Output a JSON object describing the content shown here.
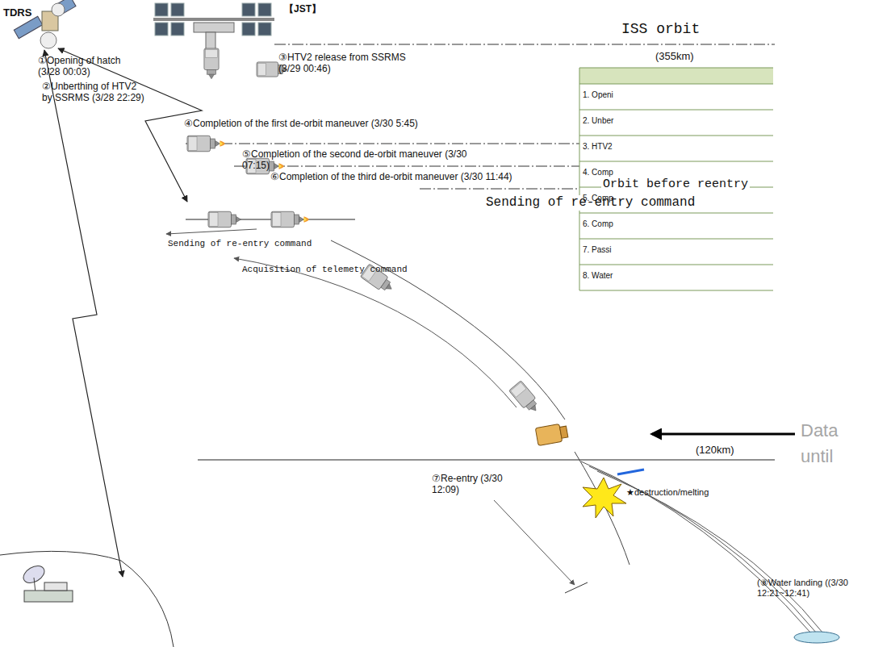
{
  "diagram": {
    "labels": [
      "TDRS",
      "【JST】",
      "ISS orbit",
      "(355km)",
      "①Opening of hatch (3/28 00:03)",
      "②Unberthing of HTV2 by SSRMS (3/28 22:29)",
      "③HTV2 release from SSRMS (3/29 00:46)",
      "④Completion of the first de-orbit maneuver (3/30 5:45)",
      "⑤Completion of the second de-orbit maneuver (3/30 07:15)",
      "⑥Completion of the third de-orbit maneuver (3/30 11:44)",
      "Orbit before reentry",
      "Sending of re-entry command",
      "Sending of re-entry command",
      "Acquisition of telemety command",
      "(120km)",
      "⑦Re-entry (3/30 12:09)",
      "★destruction/melting",
      "(⑧Water landing ((3/30 12:21~12:41)",
      "1. Openi",
      "2. Unber",
      "3. HTV2",
      "4. Comp",
      "5. Comp",
      "6. Comp",
      "7. Passi",
      "8. Water",
      "Data",
      "until"
    ]
  }
}
